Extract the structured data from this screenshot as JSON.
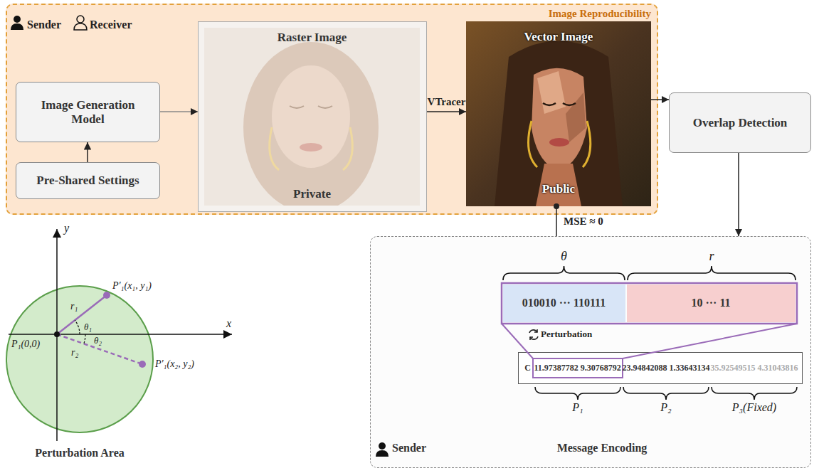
{
  "diagram": {
    "nodes": [
      {
        "text": [
          "Image Reproducibility"
        ]
      },
      {
        "text": [
          "Image Generation Model"
        ],
        "in": 0
      },
      {
        "text": [
          "Pre-Shared Settings"
        ],
        "in": 0
      },
      {
        "text": [
          "Raster Image",
          "Private"
        ],
        "in": 0
      },
      {
        "text": [
          "Vector Image",
          "Public"
        ],
        "in": 0
      },
      {
        "text": [
          "Overlap Detection"
        ]
      },
      {
        "text": [
          "Sender",
          "Message Encoding"
        ]
      },
      {
        "text": [
          "010010 ··· 110111"
        ],
        "in": 6
      },
      {
        "text": [
          "10 ··· 11"
        ],
        "in": 6
      },
      {
        "text": [
          "C",
          "11.97387782 9.30768792",
          "23.94842088 1.33643134",
          "35.92549515 4.31043816"
        ],
        "in": 6
      },
      {
        "text": [
          "Perturbation Area"
        ]
      }
    ],
    "edges": [
      {
        "from": 2,
        "to": 1,
        "arrow": "to"
      },
      {
        "from": 1,
        "to": 3,
        "arrow": "to"
      },
      {
        "from": 3,
        "to": 4,
        "arrow": "to",
        "label": "VTracer"
      },
      {
        "from": 4,
        "to": 5,
        "arrow": "to"
      },
      {
        "from": 5,
        "to": 6,
        "arrow": "to"
      },
      {
        "from": 4,
        "to": 6,
        "arrow": "none",
        "label": "MSE ≈ 0"
      }
    ],
    "labels": [
      "Sender",
      "Receiver",
      "θ",
      "r",
      "Perturbation",
      "P₁",
      "P₂",
      "P₃(Fixed)",
      "y",
      "x",
      "P′₁(x₁, y₁)",
      "r₁",
      "θ₁",
      "P₁(0,0)",
      "θ₂",
      "r₂",
      "P′₁(x₂, y₂)"
    ]
  }
}
